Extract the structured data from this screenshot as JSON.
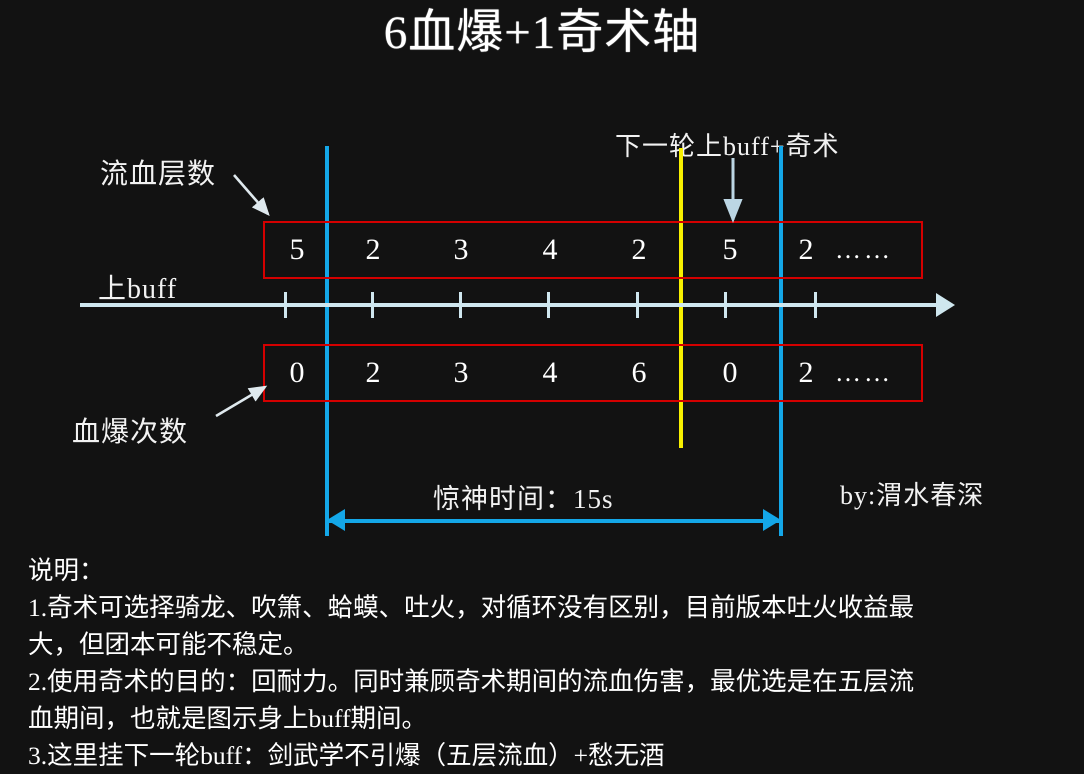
{
  "title": "6血爆+1奇术轴",
  "colors": {
    "background": "#121212",
    "text": "#ffffff",
    "box_border": "#d40000",
    "guide_blue": "#14a7e8",
    "guide_yellow": "#f7f000",
    "axis": "#cfe7ef"
  },
  "annotations": {
    "next_round": "下一轮上buff+奇术",
    "bleed_stacks": "流血层数",
    "up_buff": "上buff",
    "blood_burst_count": "血爆次数",
    "duration": "惊神时间：15s",
    "author": "by:渭水春深"
  },
  "chart_data": {
    "type": "table",
    "title": "6血爆+1奇术轴",
    "rows": [
      {
        "name": "流血层数",
        "values": [
          "5",
          "2",
          "3",
          "4",
          "2",
          "5",
          "2"
        ],
        "trailing": "……"
      },
      {
        "name": "血爆次数",
        "values": [
          "0",
          "2",
          "3",
          "4",
          "6",
          "0",
          "2"
        ],
        "trailing": "……"
      }
    ],
    "axis": {
      "label": "上buff",
      "tick_count": 8,
      "grid": false
    },
    "markers": [
      {
        "name": "cycle-start",
        "color": "#14a7e8"
      },
      {
        "name": "next-buff",
        "color": "#f7f000"
      },
      {
        "name": "cycle-end",
        "color": "#14a7e8"
      }
    ],
    "span_label": "惊神时间：15s"
  },
  "notes": {
    "heading": "说明：",
    "lines": [
      "1.奇术可选择骑龙、吹箫、蛤蟆、吐火，对循环没有区别，目前版本吐火收益最",
      "大，但团本可能不稳定。",
      "2.使用奇术的目的：回耐力。同时兼顾奇术期间的流血伤害，最优选是在五层流",
      "血期间，也就是图示身上buff期间。",
      "3.这里挂下一轮buff：剑武学不引爆（五层流血）+愁无酒"
    ]
  }
}
